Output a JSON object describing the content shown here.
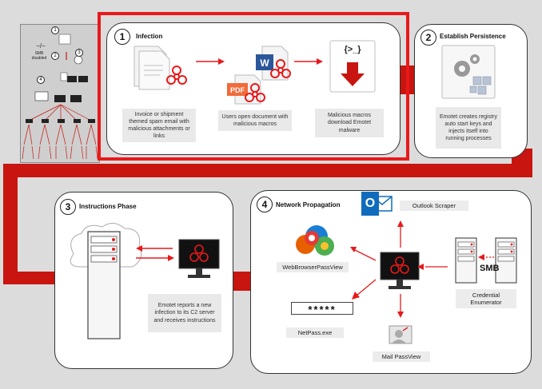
{
  "thumbnail": {
    "smb_symbol": "−/−",
    "smb_label": "SMB\ndisabled",
    "steps": [
      "1",
      "2",
      "3",
      "4"
    ]
  },
  "steps": {
    "infection": {
      "number": "1",
      "title": "Infection",
      "captions": [
        "Invoice or shipment themed spam email with malicious attachments or links",
        "Users open document with malicious macros",
        "Malicious macros download Emotet malware"
      ],
      "pdf_label": "PDF",
      "word_label": "W",
      "cmd_label": "{>_}"
    },
    "persistence": {
      "number": "2",
      "title": "Establish Persistence",
      "caption": "Emotet creates registry auto start keys and injects itself into running processes"
    },
    "instructions": {
      "number": "3",
      "title": "Instructions Phase",
      "caption": "Emotet reports a new infection to its C2 server and receives instructions"
    },
    "propagation": {
      "number": "4",
      "title": "Network Propagation",
      "tools": {
        "outlook": "Outlook Scraper",
        "browser": "WebBrowserPassView",
        "netpass": "NetPass.exe",
        "mail": "Mail PassView",
        "credential": "Credential Enumerator"
      },
      "outlook_letter": "O",
      "password_mask": "*****",
      "smb_label": "SMB"
    }
  },
  "colors": {
    "accent": "#e8191b",
    "arrow": "#c8150f",
    "panel_border": "#333333",
    "caption_bg": "#e9e9e9"
  }
}
